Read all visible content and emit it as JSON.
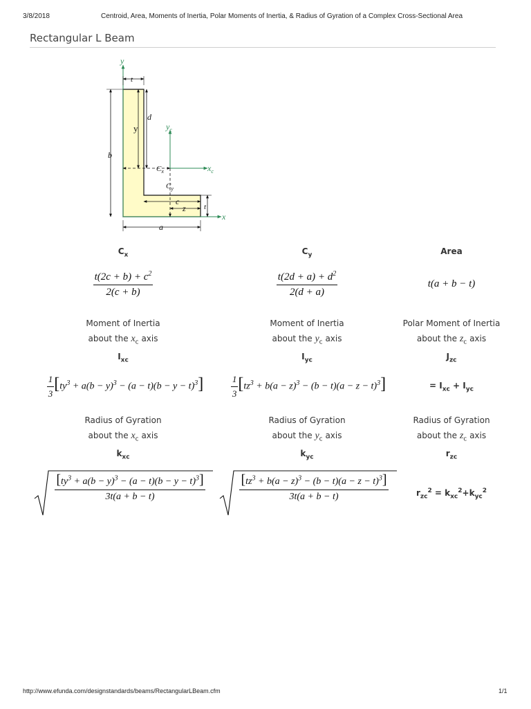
{
  "header": {
    "date": "3/8/2018",
    "title": "Centroid, Area, Moments of Inertia, Polar Moments of Inertia, & Radius of Gyration of a Complex Cross-Sectional Area"
  },
  "page_title": "Rectangular L Beam",
  "diagram": {
    "labels": {
      "y": "y",
      "x": "x",
      "t_top": "t",
      "t_right": "t",
      "b": "b",
      "d": "d",
      "y_dim": "y",
      "yc": "y",
      "yc_sub": "c",
      "xc": "x",
      "xc_sub": "c",
      "cx": "C",
      "cx_sub": "x",
      "cy": "C",
      "cy_sub": "y",
      "c": "c",
      "z": "z",
      "a": "a"
    },
    "colors": {
      "fill": "#fffbc8",
      "axis": "#2e8b57",
      "line": "#111111"
    }
  },
  "row1": {
    "cx_label": "C",
    "cx_sub": "x",
    "cy_label": "C",
    "cy_sub": "y",
    "area_label": "Area"
  },
  "formulas": {
    "cx_num": "t(2c + b) + c",
    "cx_num_sup": "2",
    "cx_den": "2(c + b)",
    "cy_num": "t(2d + a) + d",
    "cy_num_sup": "2",
    "cy_den": "2(d + a)",
    "area": "t(a + b − t)"
  },
  "row2": {
    "col1_line1": "Moment of Inertia",
    "col1_line2_pre": "about the ",
    "col1_var": "x",
    "col1_sub": "c",
    "col1_line2_post": " axis",
    "col2_line1": "Moment of Inertia",
    "col2_line2_pre": "about the ",
    "col2_var": "y",
    "col2_sub": "c",
    "col2_line2_post": " axis",
    "col3_line1": "Polar Moment of Inertia",
    "col3_line2_pre": "about the ",
    "col3_var": "z",
    "col3_sub": "c",
    "col3_line2_post": " axis",
    "ixc": "I",
    "ixc_sub": "xc",
    "iyc": "I",
    "iyc_sub": "yc",
    "jzc": "J",
    "jzc_sub": "zc"
  },
  "inertia": {
    "ixc_body_a": "ty",
    "ixc_body_b": " + a(b − y)",
    "ixc_body_c": " − (a − t)(b − y − t)",
    "iyc_body_a": "tz",
    "iyc_body_b": " + b(a − z)",
    "iyc_body_c": " − (b − t)(a − z − t)",
    "exp": "3",
    "one": "1",
    "three": "3",
    "jzc_eq": "= I",
    "jzc_x": "xc",
    "jzc_plus": " + I",
    "jzc_y": "yc"
  },
  "row3": {
    "col1_line1": "Radius of Gyration",
    "col1_line2_pre": "about the ",
    "col1_var": "x",
    "col1_sub": "c",
    "col1_line2_post": " axis",
    "col2_line1": "Radius of Gyration",
    "col2_line2_pre": "about the ",
    "col2_var": "y",
    "col2_sub": "c",
    "col2_line2_post": " axis",
    "col3_line1": "Radius of Gyration",
    "col3_line2_pre": "about the ",
    "col3_var": "z",
    "col3_sub": "c",
    "col3_line2_post": " axis",
    "kxc": "k",
    "kxc_sub": "xc",
    "kyc": "k",
    "kyc_sub": "yc",
    "rzc": "r",
    "rzc_sub": "zc"
  },
  "gyration": {
    "den": "3t(a + b − t)",
    "rzc_r": "r",
    "rzc_sub": "zc",
    "rzc_sup": "2",
    "rzc_eq": " = k",
    "rzc_kx": "xc",
    "rzc_kx_sup": "2",
    "rzc_plus": "+k",
    "rzc_ky": "yc",
    "rzc_ky_sup": "2"
  },
  "footer": {
    "url": "http://www.efunda.com/designstandards/beams/RectangularLBeam.cfm",
    "page": "1/1"
  }
}
